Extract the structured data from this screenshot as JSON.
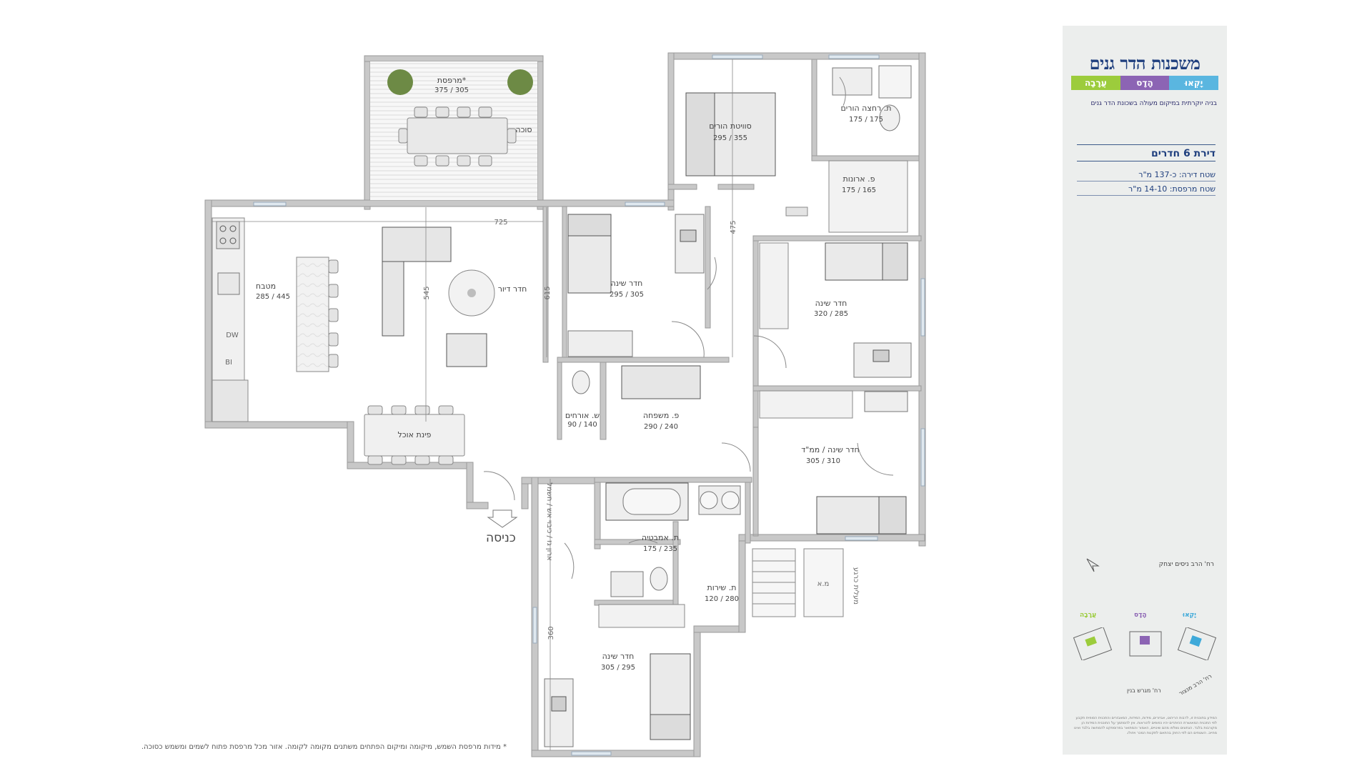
{
  "brand": {
    "title": "משכנות הדר גנים",
    "tags": [
      {
        "label": "יָקְאוּ",
        "color": "#5ab6e0"
      },
      {
        "label": "הָדָס",
        "color": "#8c64b4"
      },
      {
        "label": "עֲרָבָה",
        "color": "#9ccc3c"
      }
    ],
    "tagline": "בניה יוקרתית במיקום מעולה בשכונת הדר גנים"
  },
  "apartment": {
    "title": "דירת 6 חדרים",
    "area": "שטח דירה: כ-137 מ\"ר",
    "balcony": "שטח מרפסת: 14-10 מ\"ר"
  },
  "rooms": [
    {
      "name": "מרפסת*",
      "dims": "375 / 305"
    },
    {
      "name": "סוכה",
      "dims": ""
    },
    {
      "name": "סוויטת הורים",
      "dims": "295 / 355"
    },
    {
      "name": "ת. רחצה הורים",
      "dims": "175 / 175"
    },
    {
      "name": "פ. ארונות",
      "dims": "175 / 165"
    },
    {
      "name": "מטבח",
      "dims": "285 / 445"
    },
    {
      "name": "חדר דיור",
      "dims": ""
    },
    {
      "name": "חדר שינה",
      "dims": "295 / 305"
    },
    {
      "name": "חדר שינה",
      "dims": "320 / 285"
    },
    {
      "name": "פ. משפחה",
      "dims": "290 / 240"
    },
    {
      "name": "ש. אורחים",
      "dims": "90 / 140"
    },
    {
      "name": "פינת אוכל",
      "dims": ""
    },
    {
      "name": "חדר שינה / ממ\"ד",
      "dims": "305 / 310"
    },
    {
      "name": "ת. אמבטיה",
      "dims": "175 / 235"
    },
    {
      "name": "ת. שירות",
      "dims": "120 / 280"
    },
    {
      "name": "חדר שינה",
      "dims": "305 / 295"
    }
  ],
  "dimensions": [
    "725",
    "545",
    "615",
    "475",
    "360"
  ],
  "appliances": {
    "dishwasher": "DW",
    "built_in": "BI",
    "elevator": "מ.א"
  },
  "labels": {
    "entrance": "כניסה",
    "gas": "ארון גז / כיבוי אש / חשמל",
    "stair_side": "מעלית כרגע"
  },
  "site": {
    "street": "רח' הרב ניסים יצחק",
    "buildings": [
      {
        "label": "יָקְאוּ",
        "color": "#3ea9d9"
      },
      {
        "label": "הָדָס",
        "color": "#8c64b4"
      },
      {
        "label": "עֲרָבָה",
        "color": "#9ccc3c"
      }
    ],
    "bottom_street_left": "רח' הרב מנצור",
    "bottom_street_right": "רח' מגרש בנין"
  },
  "fine_print": "המידע בתוכנית זו, לרבות הריהוט, אביזרים, מידות, המידות, המאבזרים והתכנית הסופית תקבע לפי התכנית המאושרת ההיתרים יהיו כפופים להוראות. אין להסתמך על התוכנית המידות הן מקורבות בלבד. הנתונים נשלפו מהם שינויים, האמור והמתואר בפרוספקט להמחשה בלבד ואינו מחייב. השטחים הם לפי החוק בהתאם לתקנות המכר ויחולו.",
  "footnote": "* מידות מרפסת השמש, מיקומה ומיקום הפתחים משתנים מקומה לקומה. אזור מכל מרפסת פתוח לשמים ומשמש כסוכה."
}
